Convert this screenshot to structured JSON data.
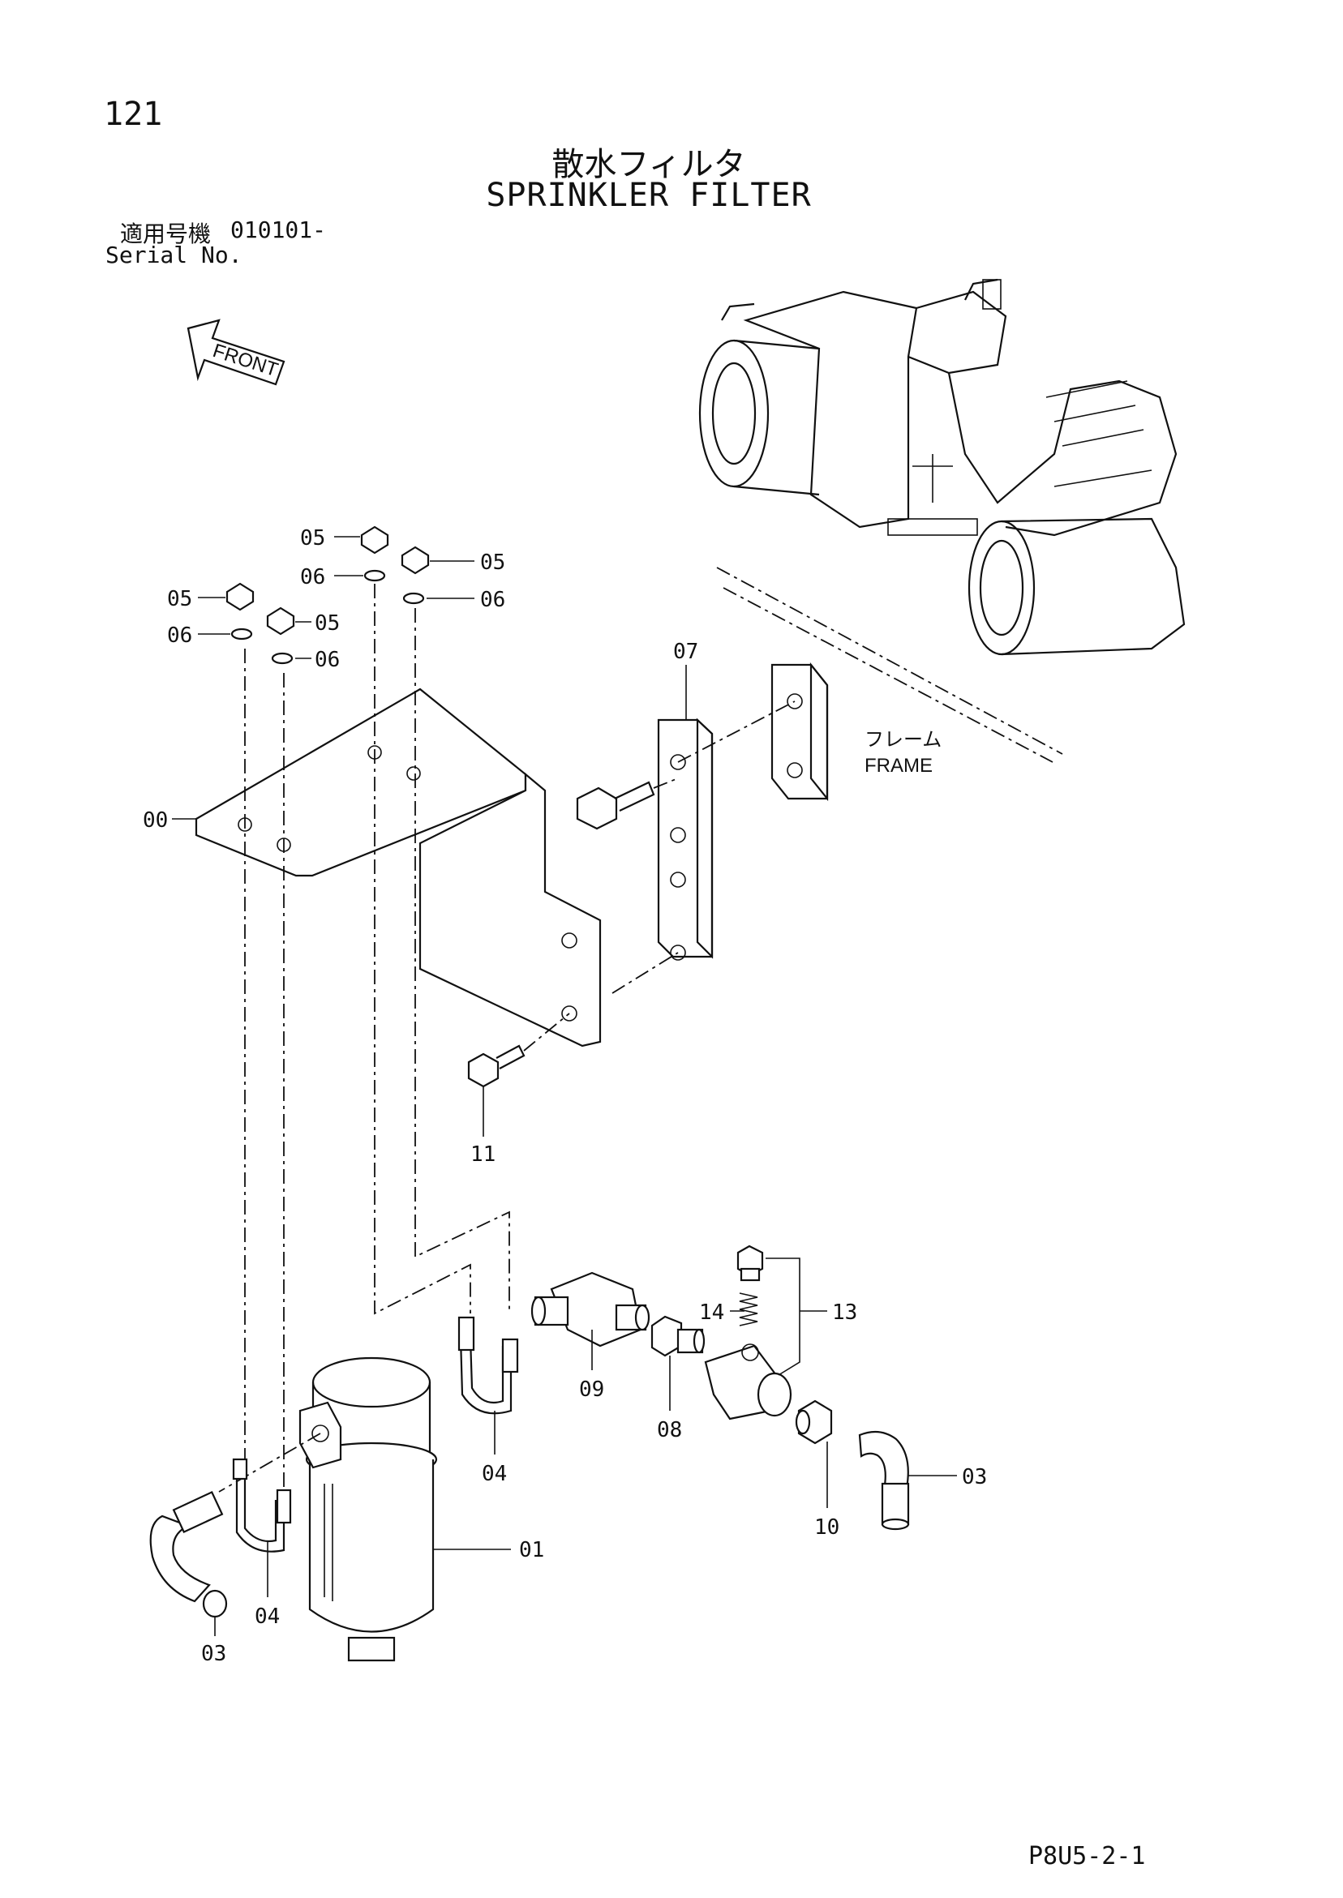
{
  "page": {
    "number": "121",
    "title_ja": "散水フィルタ",
    "title_en": "SPRINKLER FILTER",
    "serial_label_ja": "適用号機",
    "serial_value": "010101-",
    "serial_label_en": "Serial No.",
    "doc_code": "P8U5-2-1"
  },
  "diagram": {
    "front_label": "FRONT",
    "frame_label_ja": "フレーム",
    "frame_label_en": "FRAME",
    "callouts": {
      "c00": "00",
      "c01": "01",
      "c03a": "03",
      "c03b": "03",
      "c04a": "04",
      "c04b": "04",
      "c05a": "05",
      "c05b": "05",
      "c05c": "05",
      "c05d": "05",
      "c06a": "06",
      "c06b": "06",
      "c06c": "06",
      "c06d": "06",
      "c07": "07",
      "c08": "08",
      "c09": "09",
      "c10": "10",
      "c11": "11",
      "c13": "13",
      "c14": "14"
    }
  }
}
